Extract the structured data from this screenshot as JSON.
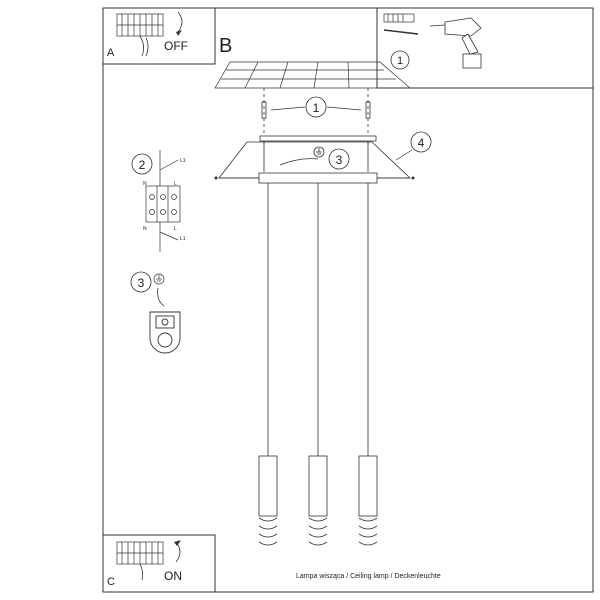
{
  "panels": {
    "a_letter": "A",
    "a_state": "OFF",
    "b_letter": "B",
    "c_letter": "C",
    "c_state": "ON"
  },
  "callouts": {
    "tools": "1",
    "screws": "1",
    "wiring": "2",
    "ground": "3",
    "ground_small": "3",
    "canopy": "4"
  },
  "terminal_labels": {
    "l1_top": "L1",
    "n_top": "N",
    "l_top": "L",
    "n_bottom": "N",
    "l_bottom": "L",
    "l1_bottom": "L1"
  },
  "caption": "Lampa wisząca / Ceiling lamp / Deckenleuchte"
}
